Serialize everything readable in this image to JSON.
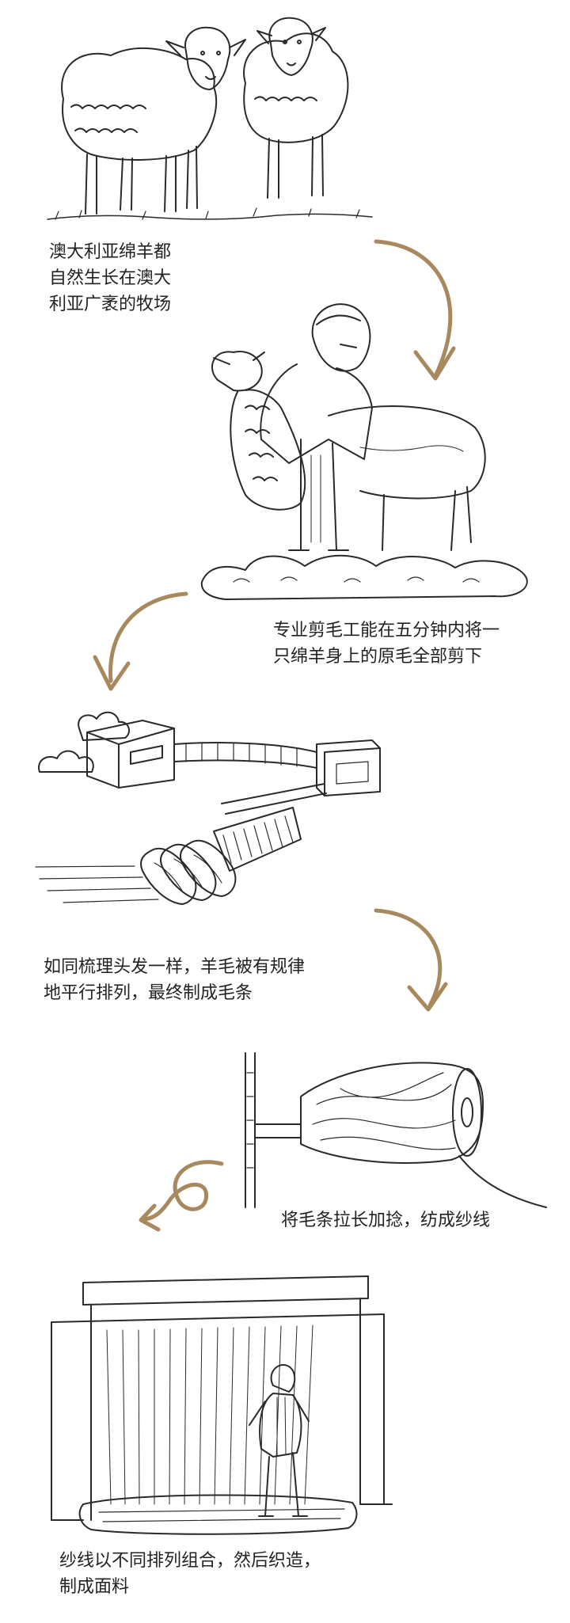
{
  "steps": [
    {
      "lines": [
        "澳大利亚绵羊都",
        "自然生长在澳大",
        "利亚广袤的牧场"
      ]
    },
    {
      "lines": [
        "专业剪毛工能在五分钟内将一",
        "只绵羊身上的原毛全部剪下"
      ]
    },
    {
      "lines": [
        "如同梳理头发一样，羊毛被有规律",
        "地平行排列，最终制成毛条"
      ]
    },
    {
      "lines": [
        "将毛条拉长加捻，纺成纱线"
      ]
    },
    {
      "lines": [
        "纱线以不同排列组合，然后织造，",
        "制成面料"
      ]
    }
  ],
  "colors": {
    "arrow": "#a8895e",
    "ink": "#2a2a2a",
    "background": "#ffffff"
  }
}
